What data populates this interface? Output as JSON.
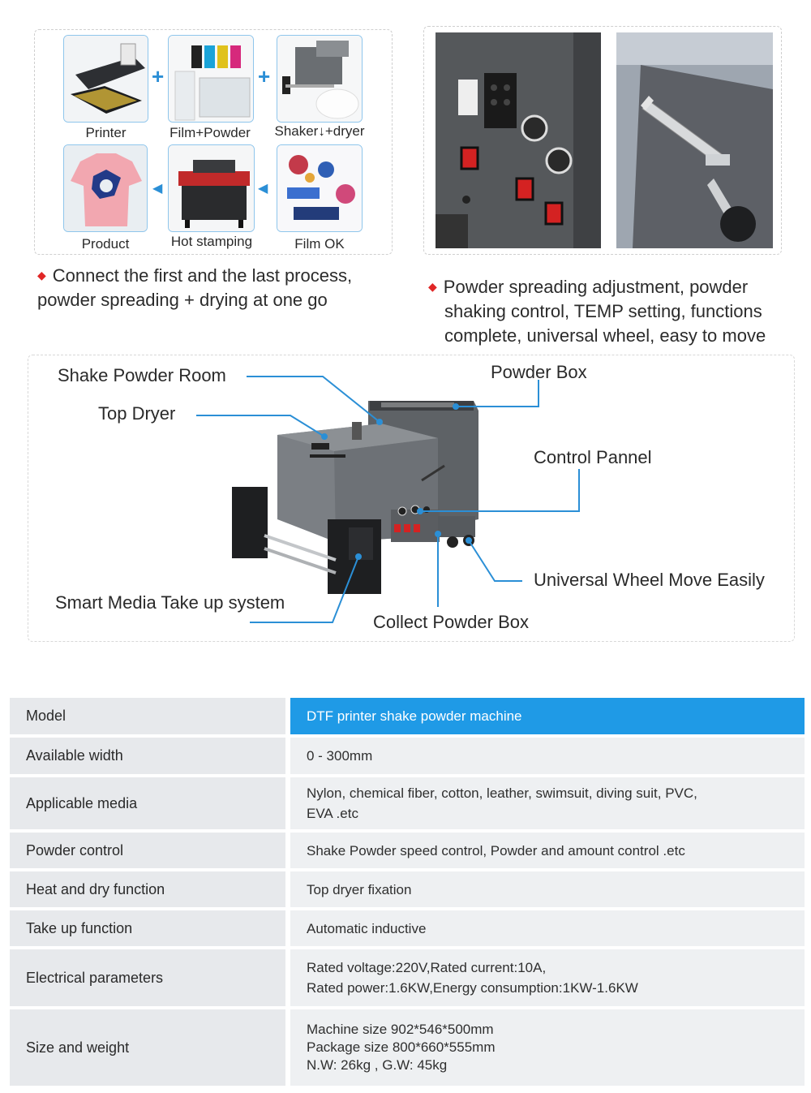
{
  "process": {
    "labels": {
      "printer": "Printer",
      "film_powder": "Film+Powder",
      "shaker_dryer": "Shaker↓+dryer",
      "product": "Product",
      "hot_stamping": "Hot stamping",
      "film_ok": "Film OK"
    },
    "bullet_line1": "Connect the first and the last process,",
    "bullet_line2": "powder spreading + drying at one go"
  },
  "features": {
    "bullet_line1": "Powder spreading adjustment, powder",
    "bullet_line2": "shaking control, TEMP setting, functions",
    "bullet_line3": "complete, universal wheel, easy to move"
  },
  "diagram": {
    "shake_powder_room": "Shake Powder Room",
    "top_dryer": "Top Dryer",
    "powder_box": "Powder Box",
    "control_pannel": "Control Pannel",
    "universal_wheel": "Universal Wheel Move Easily",
    "smart_media": "Smart Media Take up system",
    "collect_powder_box": "Collect Powder Box"
  },
  "specs": {
    "rows": [
      {
        "k": "Model",
        "v": "DTF printer shake powder machine"
      },
      {
        "k": "Available width",
        "v": "0 - 300mm"
      },
      {
        "k": "Applicable media",
        "v": "Nylon, chemical fiber, cotton, leather, swimsuit, diving suit,   PVC,",
        "v2": "EVA .etc"
      },
      {
        "k": "Powder control",
        "v": "Shake Powder speed  control, Powder and amount  control .etc"
      },
      {
        "k": "Heat and dry function",
        "v": "Top dryer fixation"
      },
      {
        "k": "Take up function",
        "v": "Automatic inductive"
      },
      {
        "k": "Electrical parameters",
        "v": "Rated voltage:220V,Rated  current:10A,",
        "v2": "Rated power:1.6KW,Energy consumption:1KW-1.6KW"
      },
      {
        "k": "Size and weight",
        "v": "Machine size 902*546*500mm",
        "v2": "Package size 800*660*555mm",
        "v3": "N.W: 26kg    ,  G.W: 45kg"
      }
    ]
  },
  "colors": {
    "accent": "#1f9ae6",
    "bullet": "#e02626",
    "line": "#2b8fd6"
  }
}
